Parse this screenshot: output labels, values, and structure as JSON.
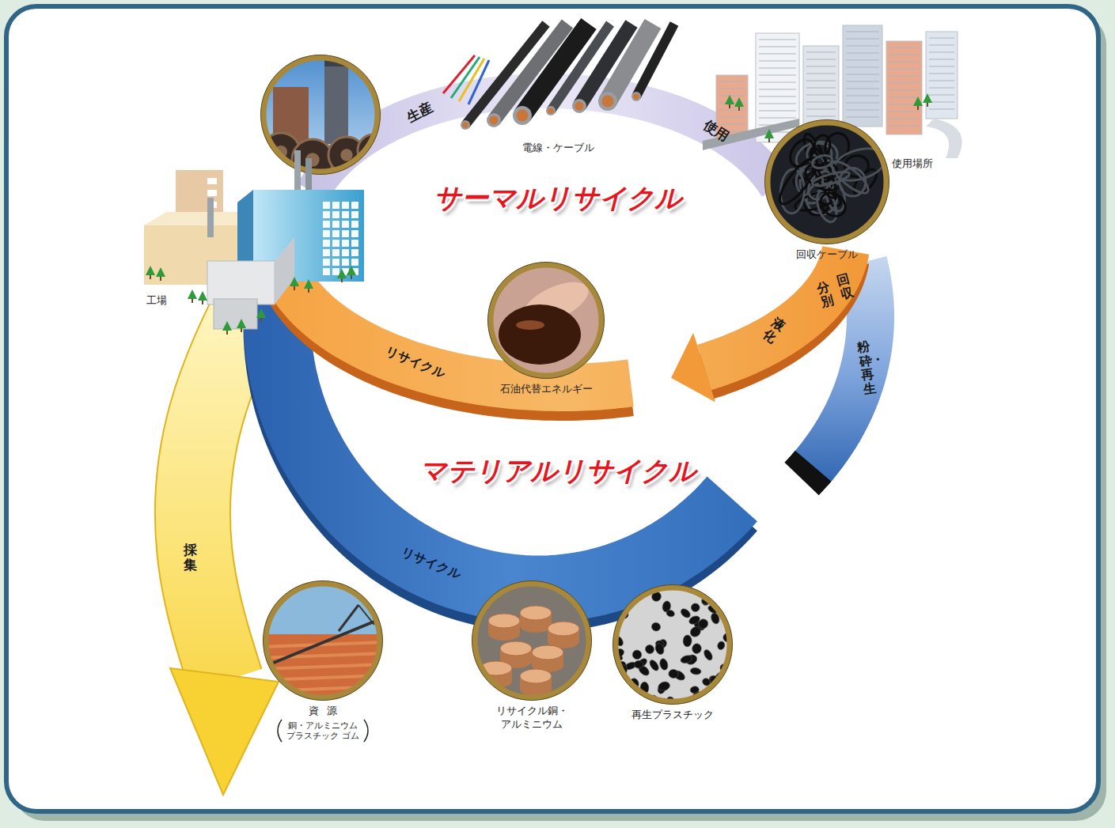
{
  "diagram": {
    "nodes": [
      {
        "text": [
          "回収ケーブル"
        ]
      },
      {
        "text": [
          "石油代替エネルギー"
        ]
      },
      {
        "text": [
          "資源",
          "銅・アルミニウム プラスチック ゴム"
        ]
      },
      {
        "text": [
          "リサイクル銅・アルミニウム"
        ]
      },
      {
        "text": [
          "再生プラスチック"
        ]
      }
    ],
    "labels": [
      "生産",
      "電線・ケーブル",
      "使用",
      "使用場所",
      "工場",
      "サーマルリサイクル",
      "リサイクル",
      "液化",
      "分別",
      "回収",
      "粉砕・再生",
      "マテリアルリサイクル",
      "リサイクル",
      "採集"
    ]
  }
}
